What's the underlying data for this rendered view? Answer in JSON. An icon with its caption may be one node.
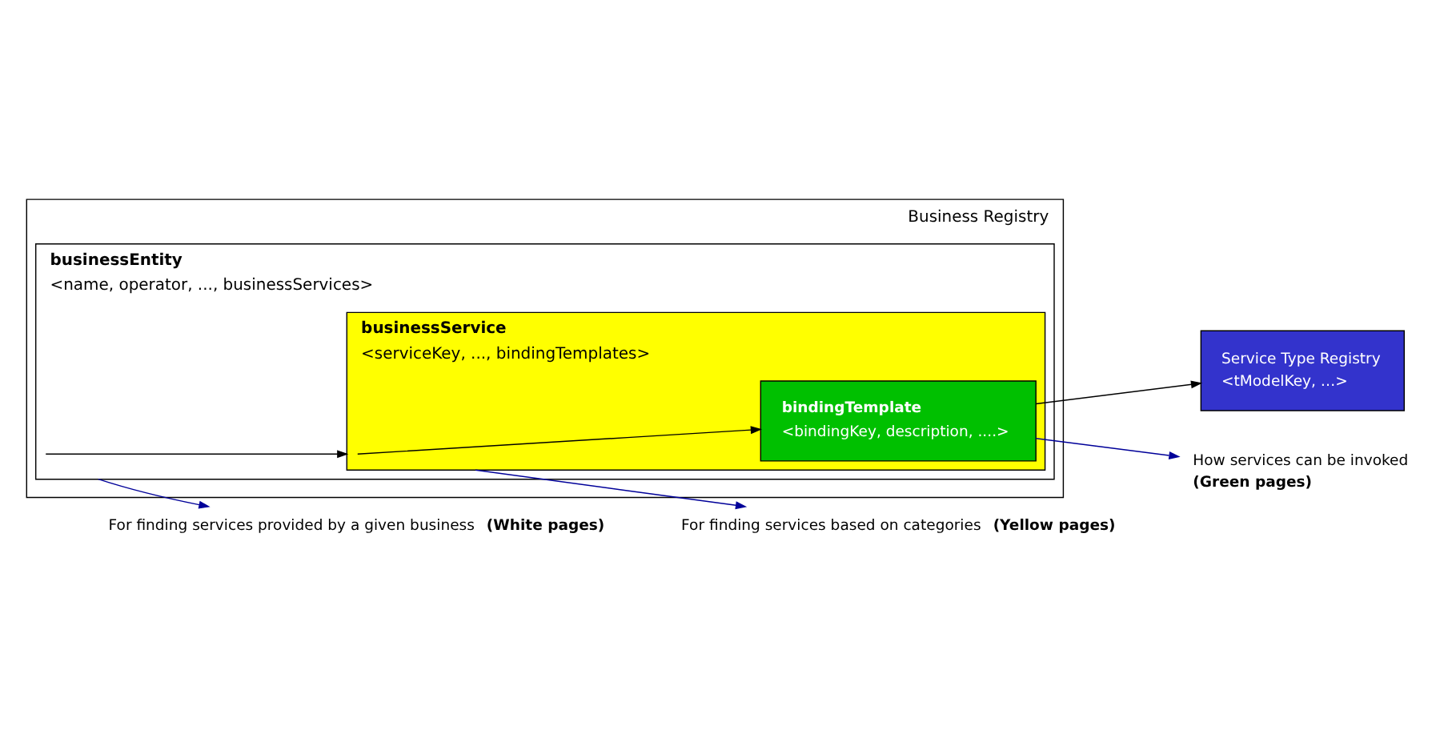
{
  "diagram": {
    "nodes": [
      {
        "text": [
          "Business Registry"
        ]
      },
      {
        "text": [
          "businessEntity",
          "<name, operator, ..., businessServices>"
        ],
        "in": 0
      },
      {
        "text": [
          "businessService",
          "<serviceKey, ..., bindingTemplates>"
        ],
        "in": 1
      },
      {
        "text": [
          "bindingTemplate",
          "<bindingKey, description, ....>"
        ],
        "in": 2
      },
      {
        "text": [
          "Service Type Registry",
          "<tModelKey, …>"
        ]
      },
      {
        "text": [
          "For finding services provided by a given business **(White pages)**"
        ]
      },
      {
        "text": [
          "For finding services based on categories **(Yellow pages)**"
        ]
      },
      {
        "text": [
          "How services can be invoked",
          "**(Green pages)**"
        ]
      }
    ],
    "edges": [
      {
        "from": 1,
        "to": 5,
        "arrow": "to",
        "color": "#000099"
      },
      {
        "from": 1,
        "to": 2,
        "arrow": "to",
        "color": "#000000"
      },
      {
        "from": 2,
        "to": 3,
        "arrow": "to",
        "color": "#000000"
      },
      {
        "from": 2,
        "to": 6,
        "arrow": "to",
        "color": "#000099"
      },
      {
        "from": 3,
        "to": 7,
        "arrow": "to",
        "color": "#000099"
      },
      {
        "from": 3,
        "to": 4,
        "arrow": "to",
        "color": "#000000"
      }
    ]
  }
}
